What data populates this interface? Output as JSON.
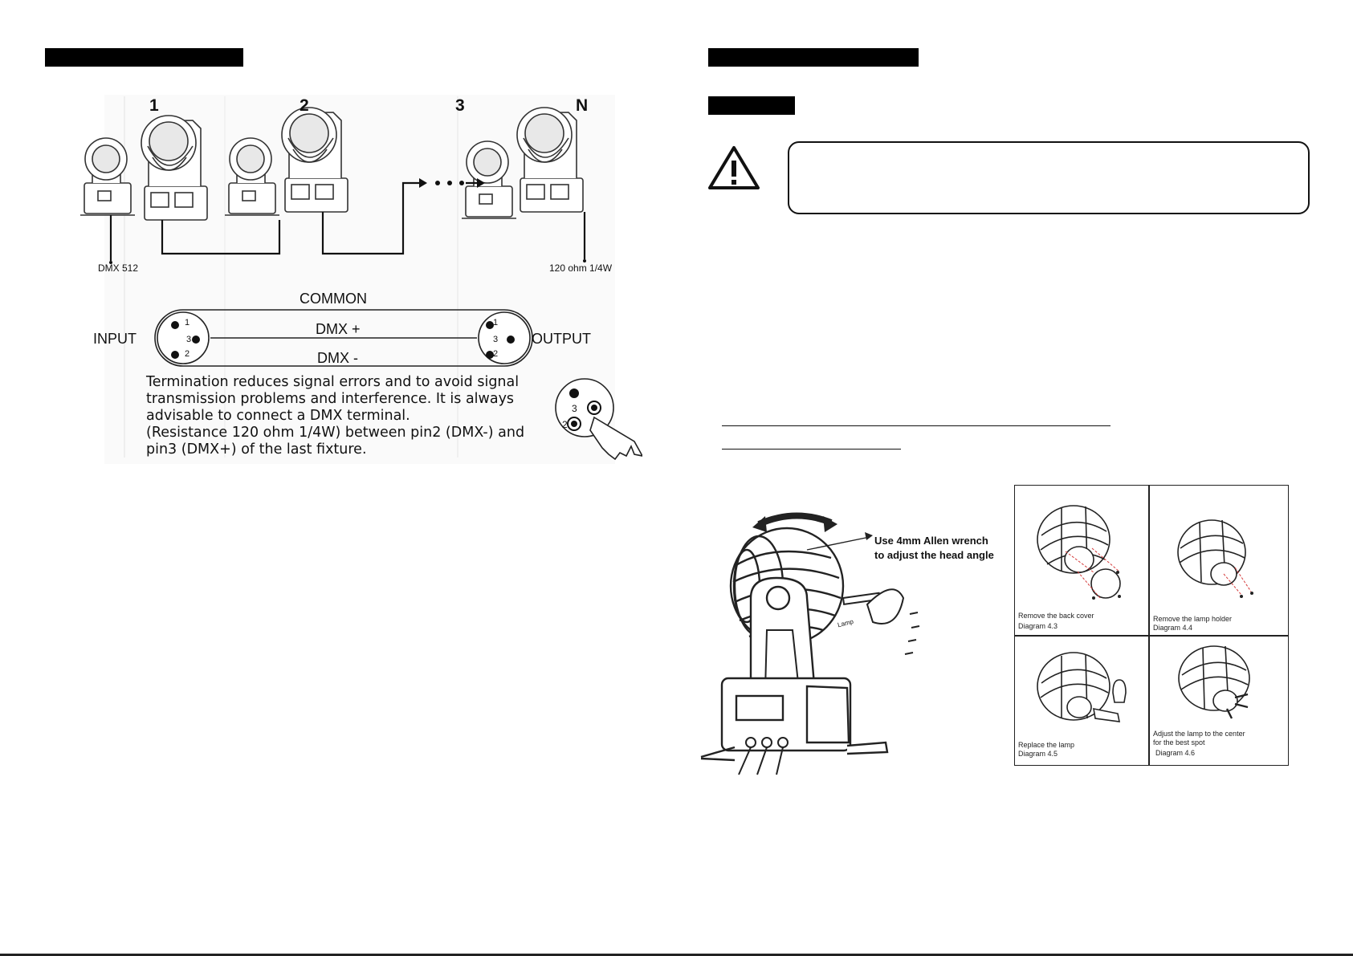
{
  "diagram": {
    "numbers": [
      "1",
      "2",
      "3",
      "N"
    ],
    "dmx_label": "DMX 512",
    "terminator_label": "120 ohm 1/4W",
    "common": "COMMON",
    "dmx_plus": "DMX +",
    "dmx_minus": "DMX -",
    "input": "INPUT",
    "output": "OUTPUT",
    "pin1": "1",
    "pin2": "2",
    "pin3": "3",
    "note_lines": [
      "Termination reduces signal errors and to avoid signal",
      "transmission problems and interference. It is always",
      "advisable to connect a DMX terminal.",
      "(Resistance 120 ohm 1/4W) between pin2 (DMX-) and",
      "pin3 (DMX+) of the last fixture."
    ]
  },
  "lamp_figure": {
    "callout_line1": "Use 4mm  Allen wrench",
    "callout_line2": "to adjust the head angle",
    "lamp_label": "Lamp"
  },
  "steps": [
    {
      "caption": "Remove the back cover",
      "sub": "Diagram 4.3"
    },
    {
      "caption": "Remove the lamp holder",
      "sub": "Diagram 4.4"
    },
    {
      "caption": "Replace the lamp",
      "sub": "Diagram 4.5"
    },
    {
      "caption": "Adjust the lamp to the center",
      "caption2": "for the best spot",
      "sub": "Diagram 4.6"
    }
  ],
  "colors": {
    "ink": "#111111",
    "bar": "#000000",
    "guide_red": "#d43a3a"
  }
}
